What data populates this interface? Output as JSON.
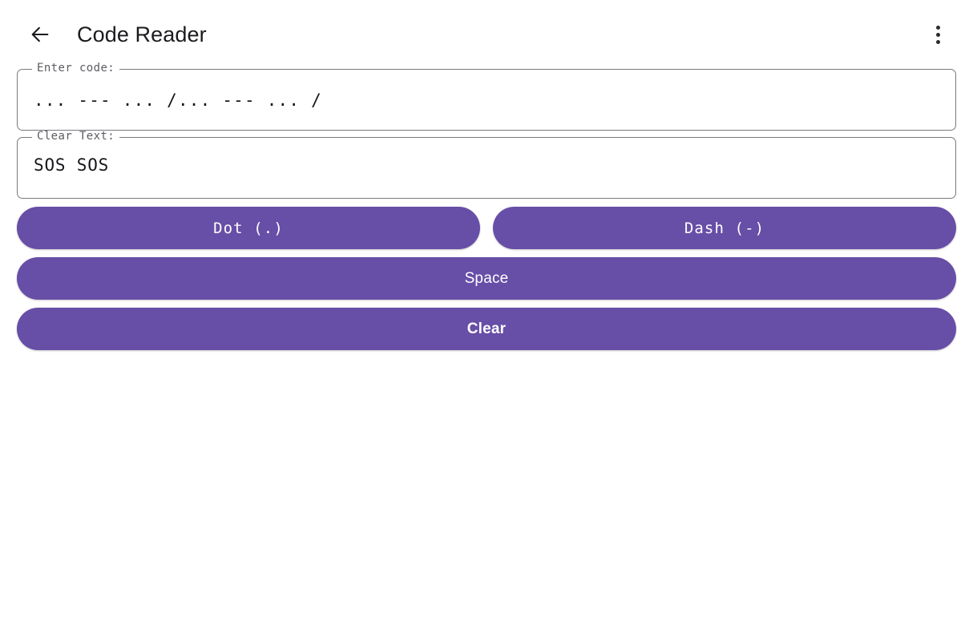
{
  "app": {
    "title": "Code Reader",
    "background_color": "#ffffff",
    "accent_color": "#674ea7"
  },
  "appbar": {
    "back_icon": "arrow-left-icon",
    "title": "Code Reader",
    "overflow_icon": "more-vertical-icon"
  },
  "fields": [
    {
      "name": "code-input",
      "label": "Enter code:",
      "value": "... --- ... /... --- ... /",
      "placeholder": ""
    },
    {
      "name": "clear-text-output",
      "label": "Clear Text:",
      "value": "SOS SOS",
      "placeholder": ""
    }
  ],
  "buttons": {
    "dot": "Dot (.)",
    "dash": "Dash (-)",
    "space": "Space",
    "clear": "Clear"
  }
}
